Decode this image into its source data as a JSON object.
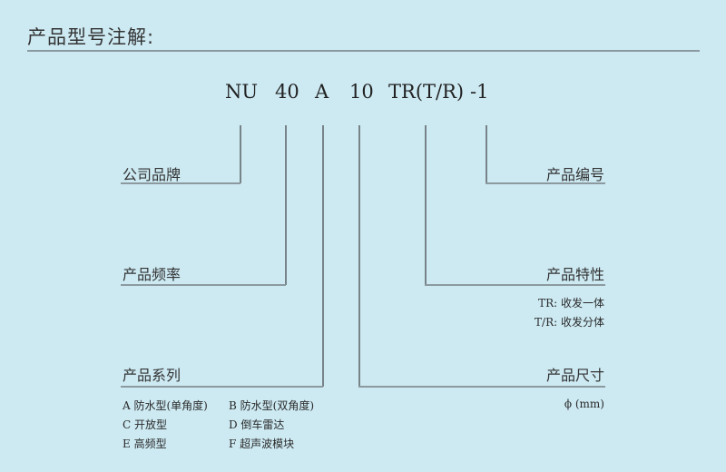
{
  "header": {
    "title": "产品型号注解:"
  },
  "code": {
    "parts": [
      "NU",
      "40",
      "A",
      "10",
      "TR(T/R)",
      "-1"
    ]
  },
  "left": {
    "brand": {
      "label": "公司品牌"
    },
    "frequency": {
      "label": "产品频率"
    },
    "series": {
      "label": "产品系列",
      "options": [
        "A 防水型(单角度)",
        "B 防水型(双角度)",
        "C 开放型",
        "D 倒车雷达",
        "E 高频型",
        "F 超声波模块"
      ]
    }
  },
  "right": {
    "number": {
      "label": "产品编号"
    },
    "feature": {
      "label": "产品特性",
      "options": [
        "TR: 收发一体",
        "T/R: 收发分体"
      ]
    },
    "size": {
      "label": "产品尺寸",
      "unit": "ϕ (mm)"
    }
  },
  "colors": {
    "background": "#cdeaf3",
    "line": "#778388"
  }
}
